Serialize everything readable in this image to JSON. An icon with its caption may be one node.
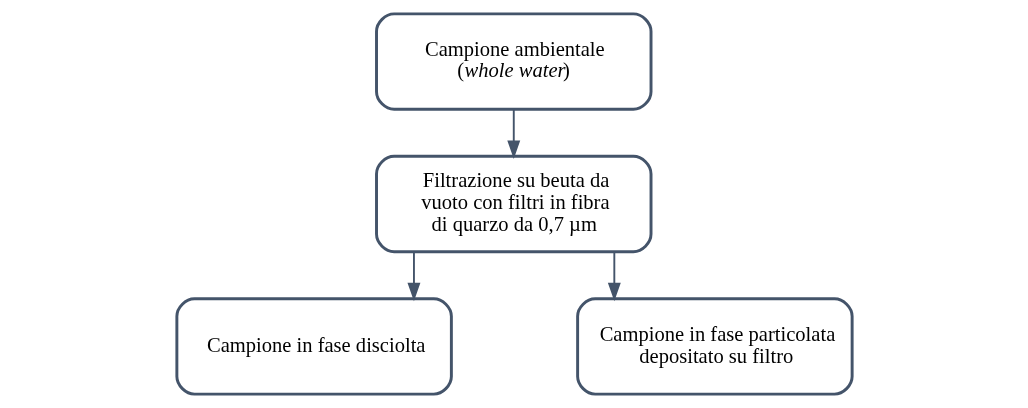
{
  "diagram": {
    "nodes": [
      {
        "text": [
          "Campione ambientale (*whole water*)"
        ]
      },
      {
        "text": [
          "Filtrazione su beuta da vuoto con filtri in fibra di quarzo da 0,7 µm"
        ]
      },
      {
        "text": [
          "Campione in fase disciolta"
        ]
      },
      {
        "text": [
          "Campione in fase particolata depositato su filtro"
        ]
      }
    ],
    "edges": [
      {
        "from": 0,
        "to": 1,
        "arrow": "to"
      },
      {
        "from": 1,
        "to": 2,
        "arrow": "to"
      },
      {
        "from": 1,
        "to": 3,
        "arrow": "to"
      }
    ]
  }
}
